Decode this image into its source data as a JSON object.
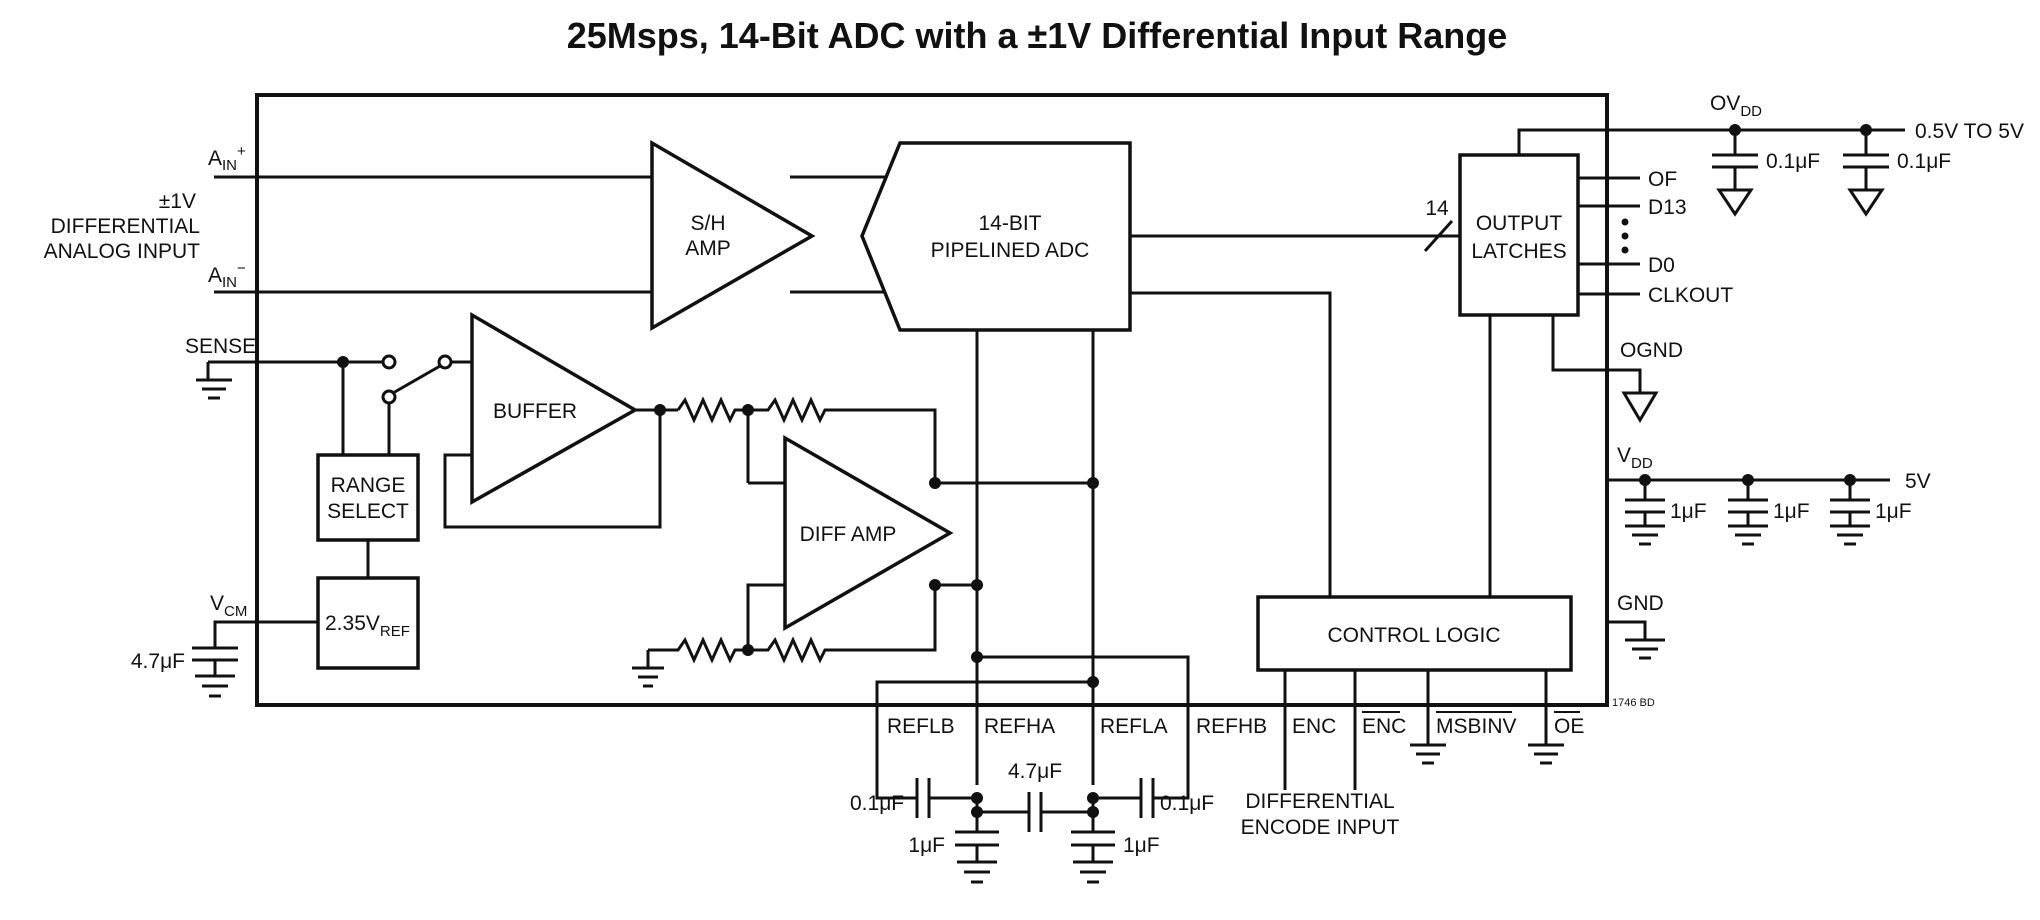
{
  "title": "25Msps, 14-Bit ADC with a ±1V Differential Input Range",
  "labels": {
    "ain_plus": "A",
    "ain_plus_sub": "IN",
    "ain_plus_sup": "+",
    "ain_minus": "A",
    "ain_minus_sub": "IN",
    "ain_minus_sup": "−",
    "diff_input_1": "±1V",
    "diff_input_2": "DIFFERENTIAL",
    "diff_input_3": "ANALOG INPUT",
    "sense": "SENSE",
    "vcm": "V",
    "vcm_sub": "CM",
    "cap_vcm": "4.7μF",
    "sh_amp_1": "S/H",
    "sh_amp_2": "AMP",
    "adc_1": "14-BIT",
    "adc_2": "PIPELINED ADC",
    "buffer": "BUFFER",
    "range_select_1": "RANGE",
    "range_select_2": "SELECT",
    "vref": "2.35V",
    "vref_sub": "REF",
    "diff_amp": "DIFF AMP",
    "bus_width": "14",
    "output_latches_1": "OUTPUT",
    "output_latches_2": "LATCHES",
    "of": "OF",
    "d13": "D13",
    "d0": "D0",
    "clkout": "CLKOUT",
    "ovdd": "OV",
    "ovdd_sub": "DD",
    "ovdd_range": "0.5V TO 5V",
    "cap_ovdd_1": "0.1μF",
    "cap_ovdd_2": "0.1μF",
    "ognd": "OGND",
    "vdd": "V",
    "vdd_sub": "DD",
    "vdd_value": "5V",
    "cap_vdd_1": "1μF",
    "cap_vdd_2": "1μF",
    "cap_vdd_3": "1μF",
    "gnd": "GND",
    "control_logic": "CONTROL LOGIC",
    "part_code": "1746 BD",
    "reflb": "REFLB",
    "refha": "REFHA",
    "refla": "REFLA",
    "refhb": "REFHB",
    "enc": "ENC",
    "enc_bar": "ENC",
    "msbinv": "MSBINV",
    "oe": "OE",
    "cap_ref_left": "0.1μF",
    "cap_ref_mid": "4.7μF",
    "cap_ref_right": "0.1μF",
    "cap_ref_left_1uf": "1μF",
    "cap_ref_right_1uf": "1μF",
    "encode_1": "DIFFERENTIAL",
    "encode_2": "ENCODE INPUT"
  }
}
